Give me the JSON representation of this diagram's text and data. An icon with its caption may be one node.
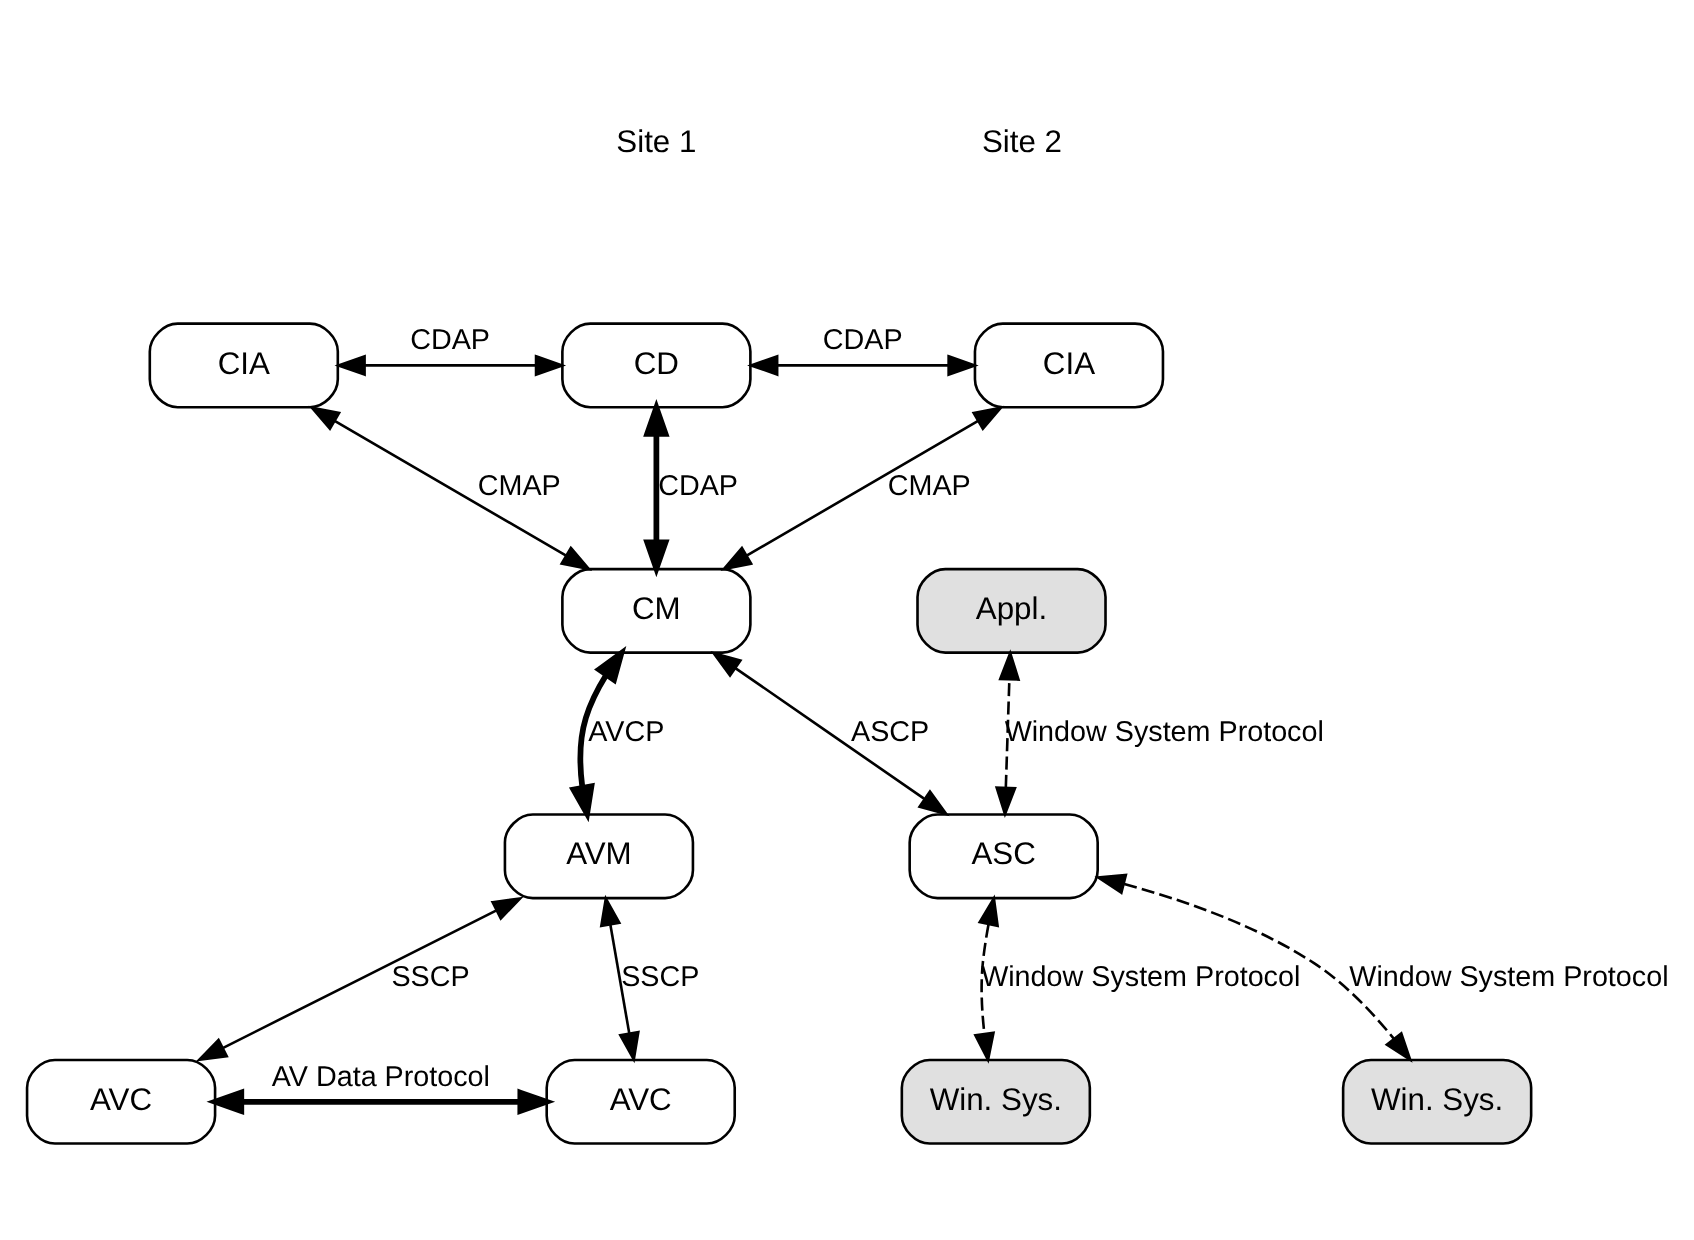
{
  "diagram": {
    "nodes": [
      {
        "text": [
          "CIA"
        ]
      },
      {
        "text": [
          "CD"
        ]
      },
      {
        "text": [
          "CIA"
        ]
      },
      {
        "text": [
          "CM"
        ]
      },
      {
        "text": [
          "Appl."
        ]
      },
      {
        "text": [
          "AVM"
        ]
      },
      {
        "text": [
          "ASC"
        ]
      },
      {
        "text": [
          "Win. Sys."
        ]
      },
      {
        "text": [
          "AVC"
        ]
      },
      {
        "text": [
          "AVC"
        ]
      },
      {
        "text": [
          "Win. Sys."
        ]
      }
    ],
    "edges": [
      {
        "from": 0,
        "to": 1,
        "arrow": "both",
        "label": "CDAP"
      },
      {
        "from": 1,
        "to": 2,
        "arrow": "both",
        "label": "CDAP"
      },
      {
        "from": 0,
        "to": 3,
        "arrow": "both",
        "label": "CMAP"
      },
      {
        "from": 1,
        "to": 3,
        "arrow": "both",
        "label": "CDAP",
        "style": "thick"
      },
      {
        "from": 2,
        "to": 3,
        "arrow": "both",
        "label": "CMAP"
      },
      {
        "from": 3,
        "to": 5,
        "arrow": "both",
        "label": "AVCP",
        "style": "thick"
      },
      {
        "from": 3,
        "to": 6,
        "arrow": "both",
        "label": "ASCP"
      },
      {
        "from": 6,
        "to": 4,
        "arrow": "both",
        "label": "Window System Protocol",
        "style": "dashed"
      },
      {
        "from": 5,
        "to": 8,
        "arrow": "both",
        "label": "SSCP"
      },
      {
        "from": 5,
        "to": 9,
        "arrow": "both",
        "label": "SSCP"
      },
      {
        "from": 6,
        "to": 7,
        "arrow": "both",
        "label": "Window System Protocol",
        "style": "dashed"
      },
      {
        "from": 6,
        "to": 10,
        "arrow": "both",
        "label": "Window System Protocol",
        "style": "dashed"
      },
      {
        "from": 8,
        "to": 9,
        "arrow": "both",
        "label": "AV Data Protocol",
        "style": "thick"
      }
    ],
    "labels": [
      "Site 1",
      "Site 2"
    ]
  }
}
